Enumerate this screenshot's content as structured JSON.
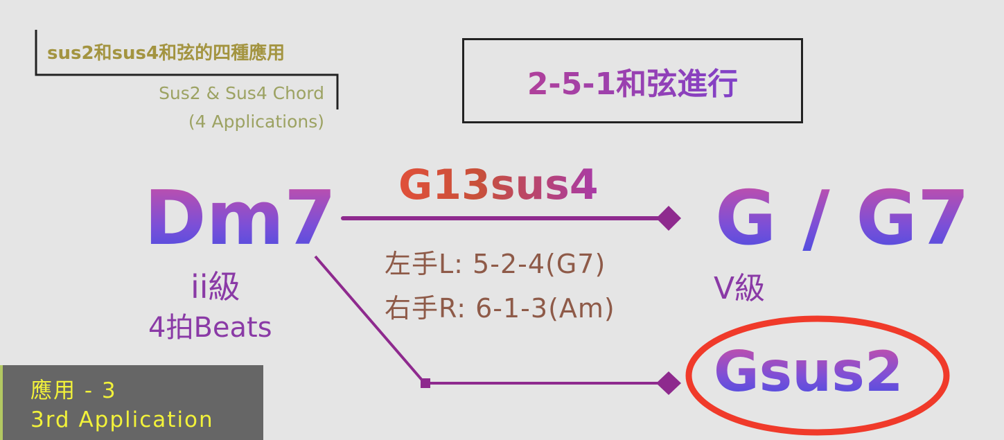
{
  "header": {
    "title_zh": "sus2和sus4和弦的四種應用",
    "subtitle_line1": "Sus2 & Sus4 Chord",
    "subtitle_line2": "(4 Applications)"
  },
  "progression_box": {
    "label": "2-5-1和弦進行"
  },
  "diagram": {
    "chord_ii": {
      "name": "Dm7",
      "degree": "ii級",
      "beats": "4拍Beats"
    },
    "upper_path": {
      "chord": "G13sus4",
      "left_hand": "左手L: 5-2-4(G7)",
      "right_hand": "右手R: 6-1-3(Am)"
    },
    "chord_v": {
      "name": "G / G7",
      "degree": "V級"
    },
    "lower_path": {
      "chord": "Gsus2",
      "highlighted": true
    }
  },
  "application_badge": {
    "line1": "應用 - 3",
    "line2": "3rd Application"
  },
  "colors": {
    "background": "#e5e5e5",
    "line": "#8e2a8e",
    "highlight": "#f03a2a",
    "badge_bg": "#666666",
    "badge_text": "#f2f23a"
  }
}
